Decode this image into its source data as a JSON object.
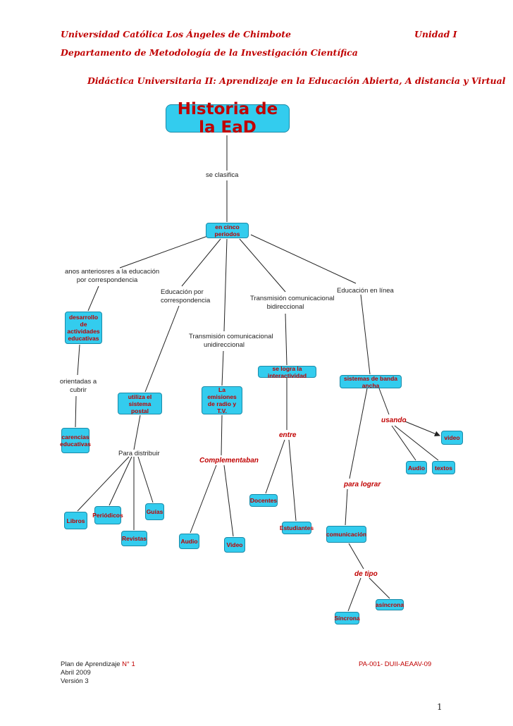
{
  "header": {
    "university": "Universidad  Católica Los Ángeles de Chimbote",
    "unit": "Unidad I",
    "department": "Departamento de Metodología de la Investigación Científica",
    "course": "Didáctica Universitaria II: Aprendizaje en la Educación Abierta, A distancia y Virtual"
  },
  "diagram": {
    "title": "Historia de la EaD",
    "labels": {
      "se_clasifica": "se clasifica",
      "anos_line1": "anos anteriosres a la educación",
      "anos_line2": "por correspondencia",
      "edu_corr_line1": "Educación por",
      "edu_corr_line2": "correspondencia",
      "trans_bi_line1": "Transmisión comunicacional",
      "trans_bi_line2": "bidireccional",
      "edu_linea": "Educación en línea",
      "trans_uni_line1": "Transmisión comunicacional",
      "trans_uni_line2": "unidireccional",
      "orientadas_line1": "orientadas a",
      "orientadas_line2": "cubrir",
      "para_distribuir": "Para distribuir"
    },
    "links": {
      "usando": "usando",
      "entre": "entre",
      "complementaban": "Complementaban",
      "para_lograr": "para lograr",
      "de_tipo": "de tipo"
    },
    "nodes": {
      "cinco_periodos": "en cinco periodos",
      "desarrollo": "desarrollo de actividades educativas",
      "interactividad": "se logra la interactividad",
      "banda_ancha": "sistemas de banda ancha",
      "sistema_postal": "utiliza el sistema postal",
      "emisiones": "La emisiones de radio y T.V.",
      "carencias": "carencias educativas",
      "video_r": "video",
      "audio_r": "Audio",
      "textos": "textos",
      "docentes": "Docentes",
      "periodicos": "Periódicos",
      "guias": "Guías",
      "libros": "Libros",
      "estudiantes": "Estudiantes",
      "comunicacion": "comunicación",
      "revistas": "Revistas",
      "audio_c": "Audio",
      "video_c": "Video",
      "asincrona": "asíncrona",
      "sincrona": "Síncrona"
    }
  },
  "footer": {
    "plan_prefix": "Plan de Aprendizaje ",
    "plan_number": "N° 1",
    "date": "Abril 2009",
    "version": "Versión 3",
    "code": "PA-001- DUII-AEAAV-09",
    "page": "1"
  },
  "colors": {
    "node_fill": "#33ccee",
    "node_text": "#c00000",
    "header_text": "#c00000",
    "edge": "#222222"
  }
}
